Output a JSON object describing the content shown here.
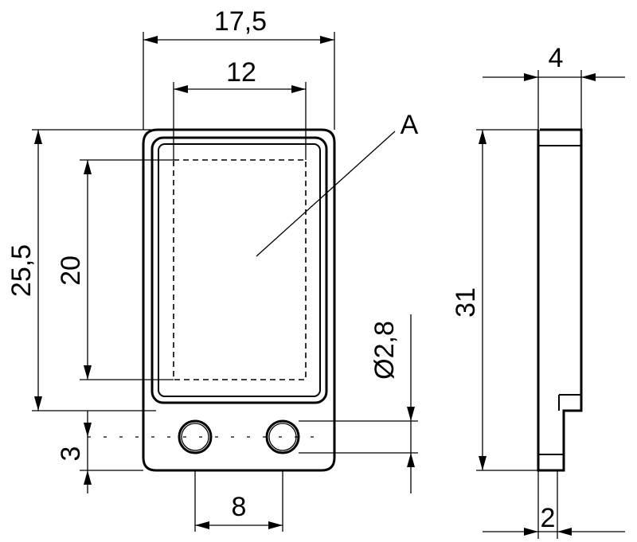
{
  "dimensions": {
    "width_total": "17,5",
    "width_window": "12",
    "height_total": "25,5",
    "height_window": "20",
    "hole_offset": "3",
    "hole_spacing": "8",
    "hole_diameter": "Ø2,8",
    "side_height": "31",
    "side_thickness": "4",
    "side_step": "2"
  },
  "labels": {
    "window_ref": "A"
  }
}
